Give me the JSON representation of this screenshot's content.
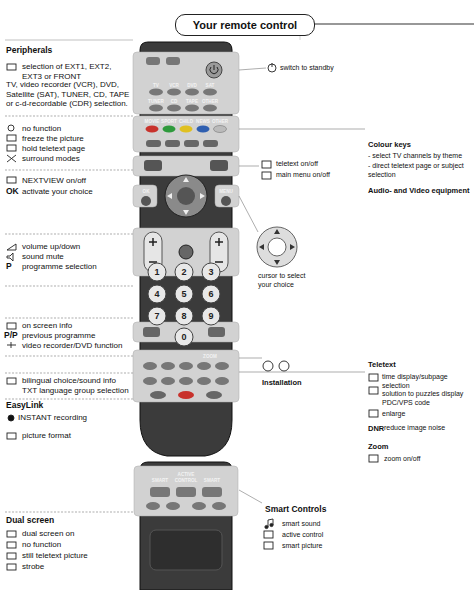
{
  "diagram": {
    "title": "Your remote control",
    "labels": [
      "Peripherals",
      "selection of EXT1, EXT2, EXT3 or FRONT",
      "TV, video recorder (VCR), DVD, Satellite (SAT), TUNER, CD, TAPE or c-d-recordable (CDR) selection.",
      "no function",
      "freeze the picture",
      "hold teletext page",
      "surround modes",
      "NEXTVIEW on/off",
      "OK",
      "activate your choice",
      "volume up/down",
      "sound mute",
      "P",
      "programme selection",
      "on screen info",
      "P/P",
      "previous programme",
      "video recorder/DVD function",
      "bilingual choice/sound info",
      "TXT language group selection",
      "EasyLink",
      "INSTANT recording",
      "picture format",
      "Dual screen",
      "dual screen on",
      "no function",
      "still teletext picture",
      "strobe",
      "switch to standby",
      "teletext on/off",
      "main menu on/off",
      "Colour keys",
      "- select TV channels by theme",
      "- direct teletext page or subject selection",
      "Audio- and Video equipment",
      "cursor to select your choice",
      "Installation",
      "Teletext",
      "time display/subpage selection",
      "solution to puzzles display PDC/VPS code",
      "enlarge",
      "DNR",
      "reduce image noise",
      "Zoom",
      "zoom on/off",
      "Smart Controls",
      "smart sound",
      "active control",
      "smart picture",
      "TV",
      "VCR",
      "DVD",
      "SAT",
      "TUNER",
      "CD",
      "TAPE",
      "OTHER",
      "MOVIE",
      "SPORT",
      "CHILD",
      "NEWS",
      "OTHER",
      "OK",
      "MENU",
      "1",
      "2",
      "3",
      "4",
      "5",
      "6",
      "7",
      "8",
      "9",
      "0",
      "ZOOM",
      "SMART",
      "ACTIVE CONTROL",
      "SMART"
    ]
  }
}
